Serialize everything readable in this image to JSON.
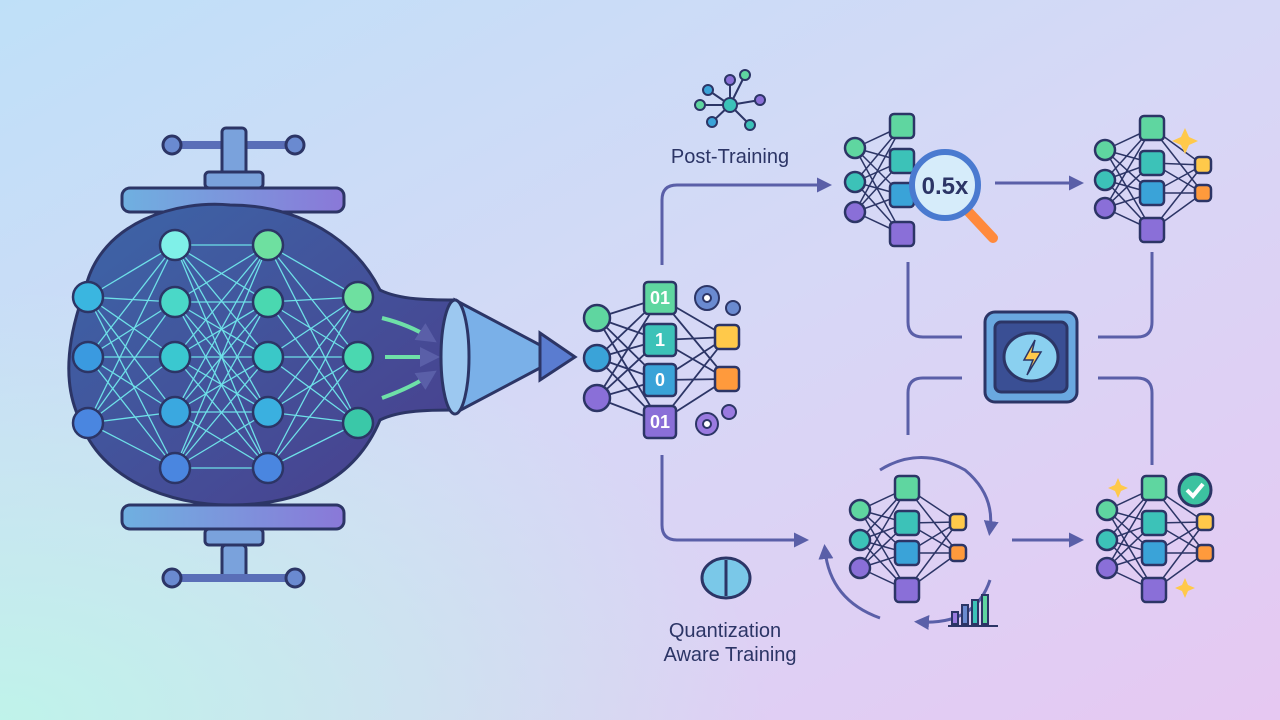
{
  "labels": {
    "post_training": "Post-Training",
    "qat_line1": "Quantization",
    "qat_line2": "Aware Training",
    "scale": "0.5x"
  },
  "quantized_cells": [
    "01",
    "1",
    "0",
    "01"
  ],
  "colors": {
    "green": "#5fd6a0",
    "teal": "#3cc2b8",
    "blue": "#3aa3d8",
    "purple": "#8a6fd8",
    "yellow": "#ffc94a",
    "orange": "#ff9a3c",
    "line": "#5a5fa8",
    "outline": "#2c3566"
  }
}
